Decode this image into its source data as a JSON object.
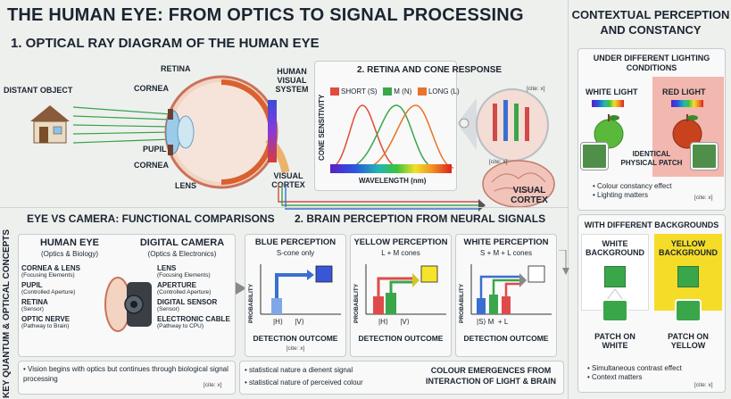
{
  "title": "THE HUMAN EYE: FROM OPTICS TO SIGNAL PROCESSING",
  "ray": {
    "heading": "1. OPTICAL RAY DIAGRAM OF THE HUMAN EYE",
    "distant_object": "DISTANT OBJECT",
    "retina": "RETINA",
    "cornea_top": "CORNEA",
    "pupil": "PUPIL",
    "cornea_bottom": "CORNEA",
    "lens": "LENS",
    "hvs_line1": "HUMAN",
    "hvs_line2": "VISUAL",
    "hvs_line3": "SYSTEM",
    "vc_line1": "VISUAL",
    "vc_line2": "CORTEX"
  },
  "retina_panel": {
    "heading": "2. RETINA AND CONE RESPONSE",
    "cite": "[cite: x]",
    "legend": [
      "SHORT (S)",
      "M (N)",
      "LONG (L)"
    ],
    "legend_colors": [
      "#e24a3b",
      "#3aa64a",
      "#e8732a"
    ],
    "ylabel": "CONE SENSITIVITY",
    "xlabel": "WAVELENGTH (nm)"
  },
  "brain": {
    "cite": "[cite: x]",
    "label_line1": "VISUAL",
    "label_line2": "CORTEX"
  },
  "compare": {
    "heading": "EYE VS CAMERA: FUNCTIONAL COMPARISONS",
    "side_title": "KEY QUANTUM & OPTICAL CONCEPTS",
    "eye_title": "HUMAN EYE",
    "eye_sub": "(Optics & Biology)",
    "cam_title": "DIGITAL CAMERA",
    "cam_sub": "(Optics & Electronics)",
    "eye_items": [
      {
        "label": "CORNEA & LENS",
        "sub": "(Focusing Elements)"
      },
      {
        "label": "PUPIL",
        "sub": "(Controlled Aperture)"
      },
      {
        "label": "RETINA",
        "sub": "(Sensor)"
      },
      {
        "label": "OPTIC NERVE",
        "sub": "(Pathway to Brain)"
      }
    ],
    "cam_items": [
      {
        "label": "LENS",
        "sub": "(Focusing Elements)"
      },
      {
        "label": "APERTURE",
        "sub": "(Controlled Aperture)"
      },
      {
        "label": "DIGITAL SENSOR",
        "sub": "(Sensor)"
      },
      {
        "label": "ELECTRONIC CABLE",
        "sub": "(Pathway to CPU)"
      }
    ],
    "note": "• Vision begins with optics but continues through biological signal processing",
    "note_cite": "[cite: x]"
  },
  "perception": {
    "heading": "2. BRAIN PERCEPTION FROM NEURAL SIGNALS",
    "panels": [
      {
        "title": "BLUE PERCEPTION",
        "sub": "S-cone only",
        "ticks": [
          "|H⟩",
          "|V⟩"
        ],
        "cite": "[cite: x]"
      },
      {
        "title": "YELLOW PERCEPTION",
        "sub": "L + M cones",
        "ticks": [
          "|H⟩",
          "|V⟩"
        ],
        "cite": ""
      },
      {
        "title": "WHITE PERCEPTION",
        "sub": "S + M + L cones",
        "ticks": [
          "|S⟩",
          "M",
          "+",
          "L"
        ],
        "cite": ""
      }
    ],
    "ylabel": "PROBABILITY",
    "xlabel": "DETECTION OUTCOME",
    "note1": "• statistical nature a dienent signal",
    "note2": "• statistical nature of perceived colour",
    "note3_line1": "COLOUR EMERGENCES FROM",
    "note3_line2": "INTERACTION OF LIGHT & BRAIN"
  },
  "context": {
    "heading_line1": "CONTEXTUAL PERCEPTION",
    "heading_line2": "AND CONSTANCY",
    "lighting_heading_line1": "UNDER DIFFERENT LIGHTING",
    "lighting_heading_line2": "CONDITIONS",
    "white_light": "WHITE LIGHT",
    "red_light": "RED LIGHT",
    "identical_line1": "IDENTICAL",
    "identical_line2": "PHYSICAL PATCH",
    "lighting_notes": [
      "• Colour constancy effect",
      "• Lighting matters"
    ],
    "lighting_cite": "[cite: x]",
    "bg_heading": "WITH DIFFERENT BACKGROUNDS",
    "white_bg_line1": "WHITE",
    "white_bg_line2": "BACKGROUND",
    "yellow_bg_line1": "YELLOW",
    "yellow_bg_line2": "BACKGROUND",
    "patch_white_line1": "PATCH ON",
    "patch_white_line2": "WHITE",
    "patch_yellow_line1": "PATCH ON",
    "patch_yellow_line2": "YELLOW",
    "bg_notes": [
      "• Simultaneous contrast effect",
      "• Context matters"
    ],
    "bg_cite": "[cite: x]"
  }
}
